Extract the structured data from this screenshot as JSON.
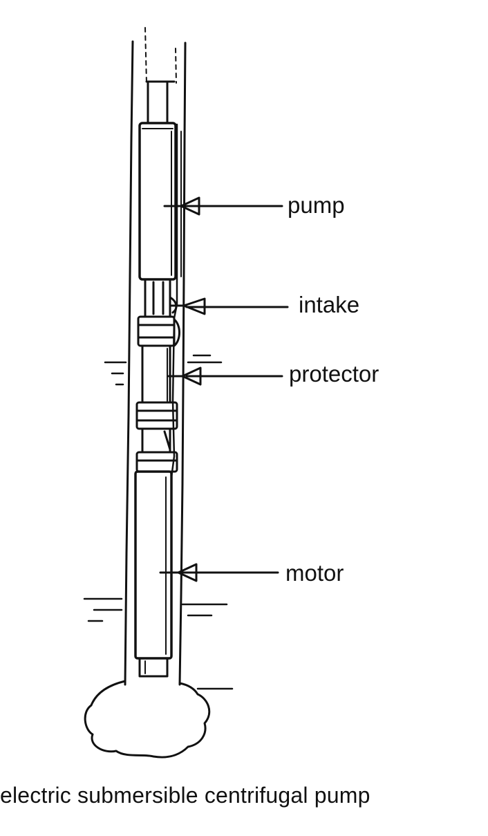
{
  "labels": {
    "pump": "pump",
    "intake": "intake",
    "protector": "protector",
    "motor": "motor"
  },
  "caption": "electric submersible centrifugal pump",
  "colors": {
    "ink": "#111111",
    "background": "#ffffff"
  }
}
